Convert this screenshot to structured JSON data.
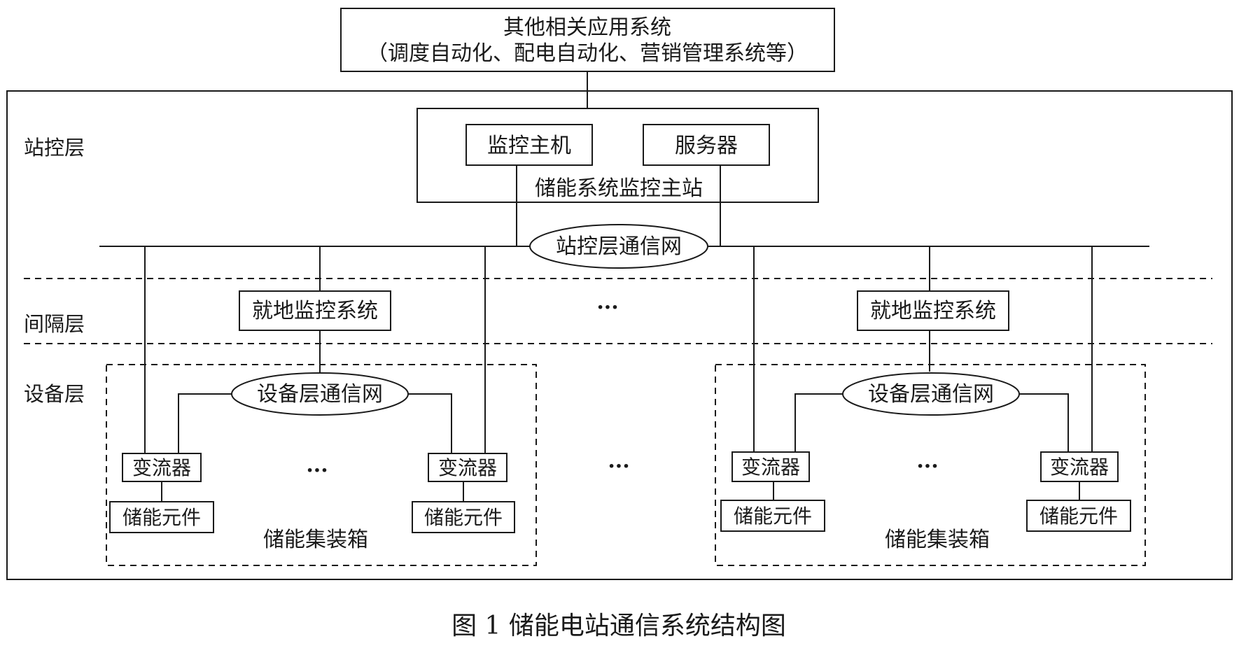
{
  "top_system": {
    "line1": "其他相关应用系统",
    "line2": "（调度自动化、配电自动化、营销管理系统等）"
  },
  "layers": {
    "station": "站控层",
    "bay": "间隔层",
    "device": "设备层"
  },
  "master_station": {
    "host": "监控主机",
    "server": "服务器",
    "label": "储能系统监控主站"
  },
  "station_network": "站控层通信网",
  "local_monitor": "就地监控系统",
  "device_network": "设备层通信网",
  "converter": "变流器",
  "storage_element": "储能元件",
  "container": "储能集装箱",
  "ellipsis": "···",
  "caption": "图 1  储能电站通信系统结构图"
}
